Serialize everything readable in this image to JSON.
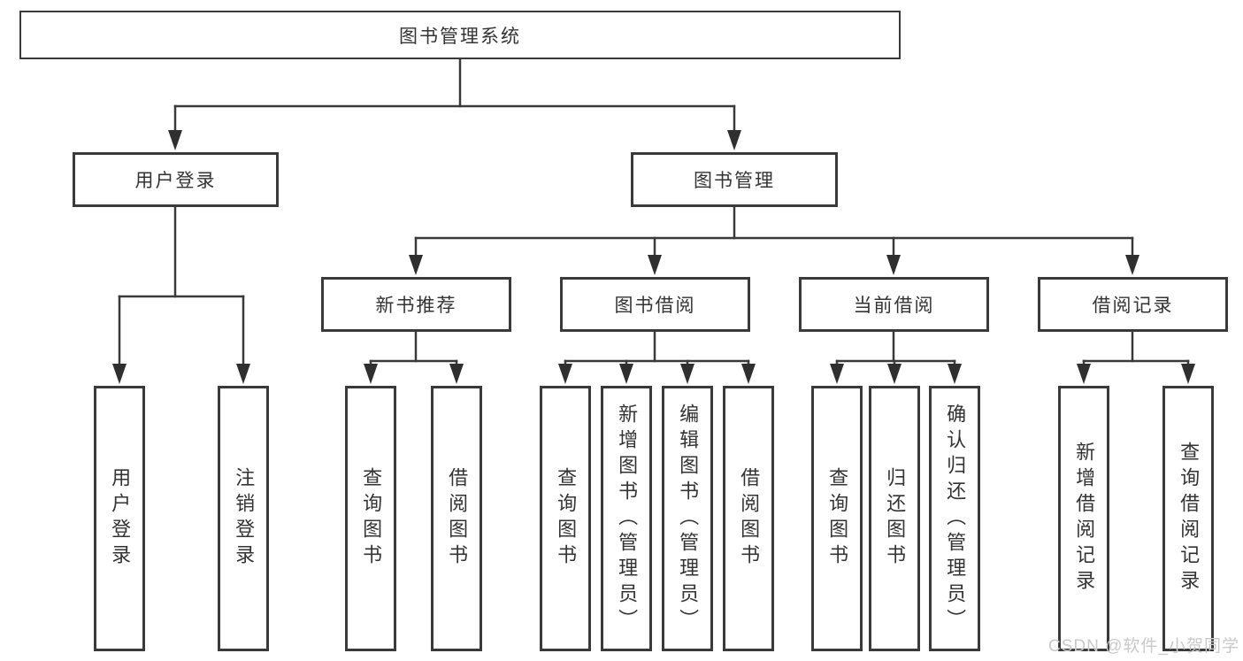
{
  "tree": {
    "root": "图书管理系统",
    "level2": [
      {
        "label": "用户登录"
      },
      {
        "label": "图书管理"
      }
    ],
    "level3": [
      {
        "label": "新书推荐"
      },
      {
        "label": "图书借阅"
      },
      {
        "label": "当前借阅"
      },
      {
        "label": "借阅记录"
      }
    ],
    "leaves": {
      "user_login": [
        "用户登录",
        "注销登录"
      ],
      "new_books": [
        "查询图书",
        "借阅图书"
      ],
      "book_borrow": [
        "查询图书",
        "新增图书（管理员）",
        "编辑图书（管理员）",
        "借阅图书"
      ],
      "current_borrow": [
        "查询图书",
        "归还图书",
        "确认归还（管理员）"
      ],
      "records": [
        "新增借阅记录",
        "查询借阅记录"
      ]
    }
  },
  "watermark": {
    "text": "CSDN @软件_小贺同学"
  },
  "colors": {
    "line": "#3a3a3a",
    "arrow": "#2f2f2f",
    "text": "#333333",
    "watermark": "#c9c9c9",
    "background": "#ffffff"
  }
}
